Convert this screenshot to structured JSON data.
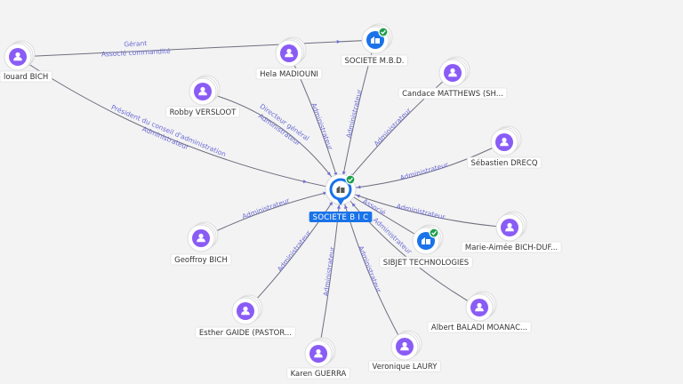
{
  "colors": {
    "person": "#8a5cf6",
    "company": "#1a73e8",
    "verified": "#1e9e4a",
    "edge": "#6e6e80",
    "edge_label": "#6b6bd6"
  },
  "nodes": [
    {
      "id": "center",
      "label": "SOCIETE B I C",
      "type": "company",
      "center": true,
      "verified": true
    },
    {
      "id": "mbd",
      "label": "SOCIETE M.B.D.",
      "type": "company",
      "verified": true
    },
    {
      "id": "sibjet",
      "label": "SIBJET TECHNOLOGIES",
      "type": "company",
      "verified": true
    },
    {
      "id": "bouard",
      "label": "louard BICH",
      "type": "person"
    },
    {
      "id": "hela",
      "label": "Hela MADIOUNI",
      "type": "person"
    },
    {
      "id": "candace",
      "label": "Candace MATTHEWS (SH...",
      "type": "person"
    },
    {
      "id": "robby",
      "label": "Robby VERSLOOT",
      "type": "person"
    },
    {
      "id": "sebastien",
      "label": "Sébastien DRECQ",
      "type": "person"
    },
    {
      "id": "marie",
      "label": "Marie-Aimée BICH-DUF...",
      "type": "person"
    },
    {
      "id": "geoffroy",
      "label": "Geoffroy BICH",
      "type": "person"
    },
    {
      "id": "esther",
      "label": "Esther GAIDE (PASTOR...",
      "type": "person"
    },
    {
      "id": "albert",
      "label": "Albert BALADI MOANAC...",
      "type": "person"
    },
    {
      "id": "karen",
      "label": "Karen GUERRA",
      "type": "person"
    },
    {
      "id": "veronique",
      "label": "Veronique LAURY",
      "type": "person"
    }
  ],
  "edges": [
    {
      "from": "bouard",
      "to": "mbd",
      "labels": [
        "Gérant",
        "Associé commandité"
      ]
    },
    {
      "from": "bouard",
      "to": "center",
      "labels": [
        "Président du conseil d'administration",
        "Administrateur"
      ]
    },
    {
      "from": "hela",
      "to": "center",
      "labels": [
        "Administrateur"
      ]
    },
    {
      "from": "mbd",
      "to": "center",
      "labels": [
        "Administrateur"
      ]
    },
    {
      "from": "candace",
      "to": "center",
      "labels": [
        "Administrateur"
      ]
    },
    {
      "from": "robby",
      "to": "center",
      "labels": [
        "Directeur général",
        "Administrateur"
      ]
    },
    {
      "from": "sebastien",
      "to": "center",
      "labels": [
        "Administrateur"
      ]
    },
    {
      "from": "marie",
      "to": "center",
      "labels": [
        "Administrateur"
      ]
    },
    {
      "from": "geoffroy",
      "to": "center",
      "labels": [
        "Administrateur"
      ]
    },
    {
      "from": "sibjet",
      "to": "center",
      "labels": [
        "Associé"
      ]
    },
    {
      "from": "albert",
      "to": "center",
      "labels": [
        "Administrateur"
      ]
    },
    {
      "from": "esther",
      "to": "center",
      "labels": [
        "Administrateur"
      ]
    },
    {
      "from": "karen",
      "to": "center",
      "labels": [
        "Administrateur"
      ]
    },
    {
      "from": "veronique",
      "to": "center",
      "labels": [
        "Administrateur"
      ]
    }
  ]
}
